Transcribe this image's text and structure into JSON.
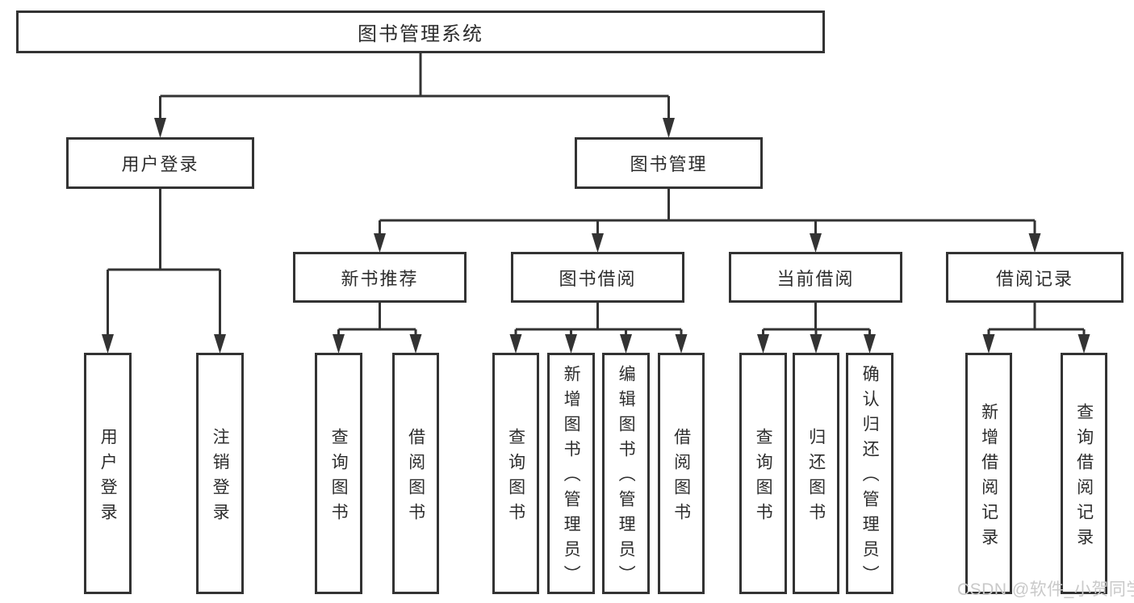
{
  "nodes": {
    "root": "图书管理系统",
    "user_login": "用户登录",
    "book_mgmt": "图书管理",
    "new_book_rec": "新书推荐",
    "book_borrow": "图书借阅",
    "current_borrow": "当前借阅",
    "borrow_records": "借阅记录",
    "ul_login": "用户登录",
    "ul_logout": "注销登录",
    "nb_query": "查询图书",
    "nb_borrow": "借阅图书",
    "bb_query": "查询图书",
    "bb_add": "新增图书（管理员）",
    "bb_edit": "编辑图书（管理员）",
    "bb_borrow": "借阅图书",
    "cb_query": "查询图书",
    "cb_return": "归还图书",
    "cb_confirm": "确认归还（管理员）",
    "br_add": "新增借阅记录",
    "br_query": "查询借阅记录"
  },
  "hierarchy": {
    "图书管理系统": {
      "用户登录": [
        "用户登录",
        "注销登录"
      ],
      "图书管理": {
        "新书推荐": [
          "查询图书",
          "借阅图书"
        ],
        "图书借阅": [
          "查询图书",
          "新增图书（管理员）",
          "编辑图书（管理员）",
          "借阅图书"
        ],
        "当前借阅": [
          "查询图书",
          "归还图书",
          "确认归还（管理员）"
        ],
        "借阅记录": [
          "新增借阅记录",
          "查询借阅记录"
        ]
      }
    }
  },
  "watermark": "CSDN @软件_小贺同学",
  "colors": {
    "line": "#333333",
    "box_border": "#333333",
    "box_fill": "#ffffff",
    "text": "#2d2d2d",
    "watermark": "#c9c9c9"
  }
}
